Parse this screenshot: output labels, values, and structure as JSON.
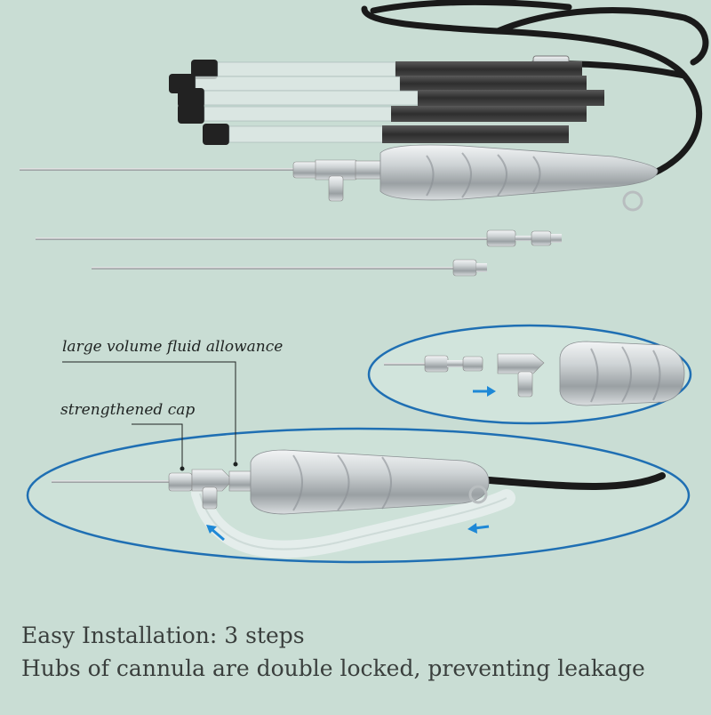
{
  "annotations": {
    "fluid_label": "large volume fluid allowance",
    "cap_label": "strengthened cap"
  },
  "captions": {
    "line1": "Easy Installation: 3 steps",
    "line2": "Hubs of cannula are double locked, preventing leakage"
  },
  "colors": {
    "background": "#c9ddd4",
    "ellipse_outline": "#1f6fb3",
    "arrow": "#1e88d6",
    "metal": "#c8ccce",
    "cable": "#1a1a1a",
    "carbon": "#3a3a3a"
  },
  "icons": [
    "arrow-right-icon",
    "arrow-left-icon",
    "arrow-up-left-icon"
  ]
}
